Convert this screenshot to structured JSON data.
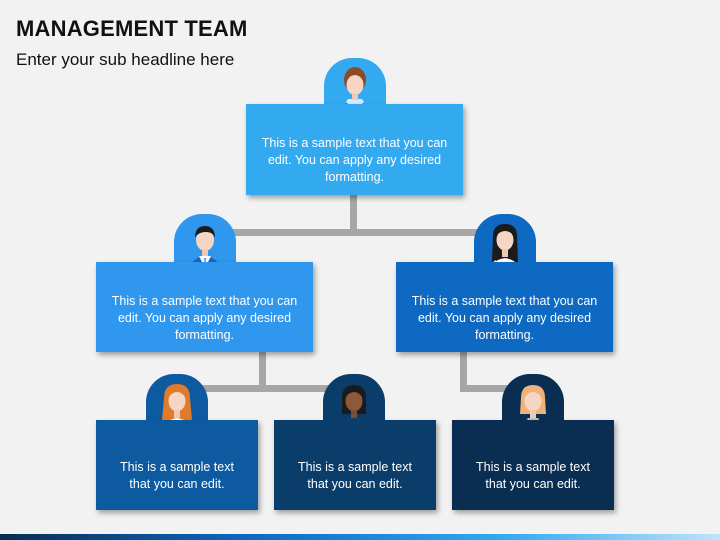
{
  "header": {
    "title": "MANAGEMENT TEAM",
    "subtitle": "Enter your sub headline here"
  },
  "nodes": {
    "top": {
      "text": "This is a sample text that you can edit. You can apply any desired formatting.",
      "color": "#33aaf0",
      "tab_color": "#33aaf0",
      "avatar": "woman-short-brown-hair-icon"
    },
    "mid_left": {
      "text": "This is a sample text that you can edit. You can apply any desired formatting.",
      "color": "#2f97ee",
      "tab_color": "#2f97ee",
      "avatar": "man-dark-hair-icon"
    },
    "mid_right": {
      "text": "This is a sample text that you can edit. You can apply any desired formatting.",
      "color": "#0d69c2",
      "tab_color": "#0d69c2",
      "avatar": "woman-long-black-hair-icon"
    },
    "bot_left": {
      "text": "This is a sample text that you can edit.",
      "color": "#0d5aa1",
      "tab_color": "#0d5aa1",
      "avatar": "woman-orange-hair-icon"
    },
    "bot_mid": {
      "text": "This is a sample text that you can edit.",
      "color": "#0b3d6b",
      "tab_color": "#0b3d6b",
      "avatar": "woman-dark-skin-icon"
    },
    "bot_right": {
      "text": "This is a sample text that you can edit.",
      "color": "#0a2d52",
      "tab_color": "#0a2d52",
      "avatar": "woman-light-hair-icon"
    }
  },
  "colors": {
    "connector": "#a6a6a6",
    "background": "#f2f2f2"
  }
}
